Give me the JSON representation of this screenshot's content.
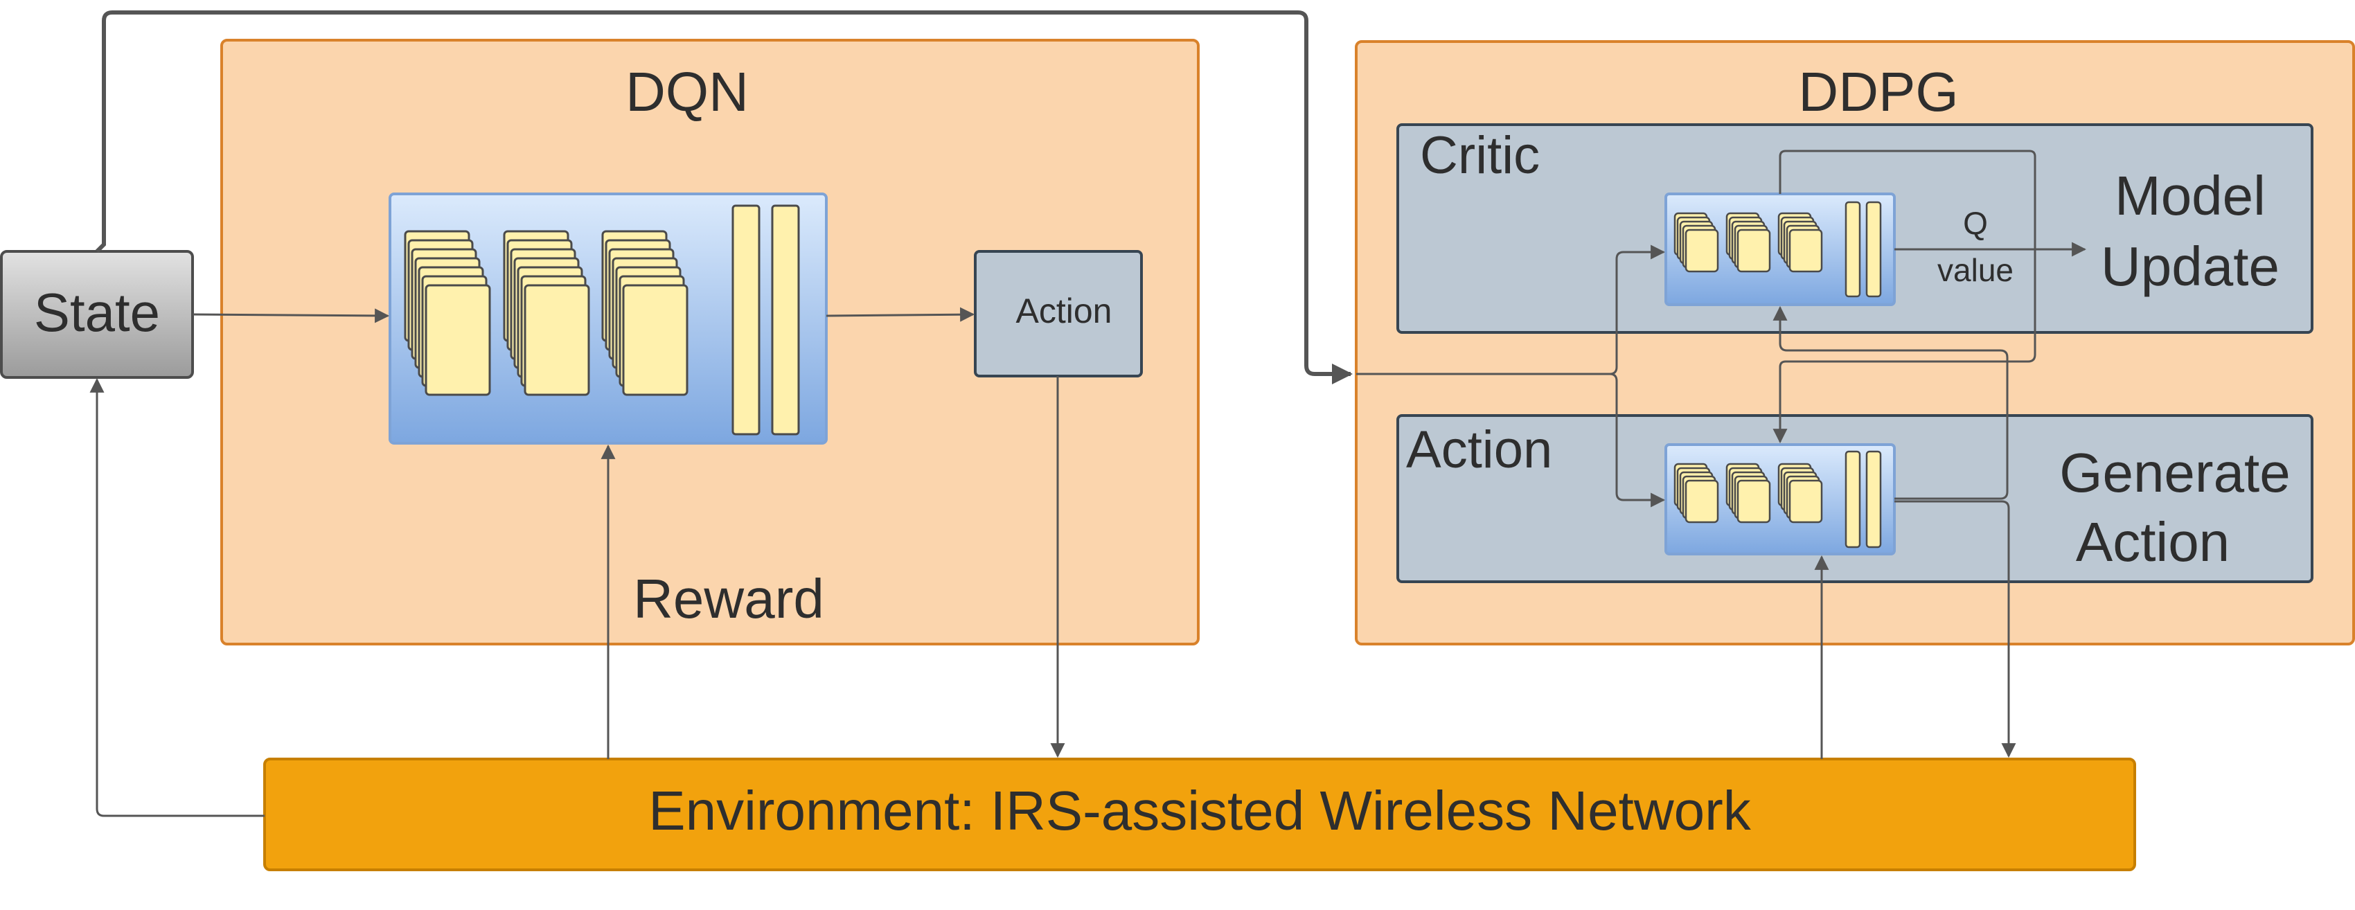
{
  "labels": {
    "state": "State",
    "dqn_title": "DQN",
    "dqn_action": "Action",
    "reward": "Reward",
    "ddpg_title": "DDPG",
    "critic": "Critic",
    "q_line1": "Q",
    "q_line2": "value",
    "model_update_line1": "Model",
    "model_update_line2": "Update",
    "actor": "Action",
    "generate_line1": "Generate",
    "generate_line2": "Action",
    "environment": "Environment: IRS-assisted Wireless Network"
  },
  "colors": {
    "panel_fill": "#fbd5ad",
    "panel_stroke": "#d9822b",
    "inner_box_fill": "#bcc8d3",
    "inner_box_stroke": "#374552",
    "env_fill": "#f2a20d",
    "env_stroke": "#c77f00",
    "card_fill": "#fff1ad",
    "card_stroke": "#4a4a4a",
    "nn_gradient_top": "#d7e8fb",
    "nn_gradient_bottom": "#7fa9e2",
    "state_gradient_top": "#e0e0e0",
    "state_gradient_bottom": "#9a9a9a",
    "arrow": "#555555"
  }
}
